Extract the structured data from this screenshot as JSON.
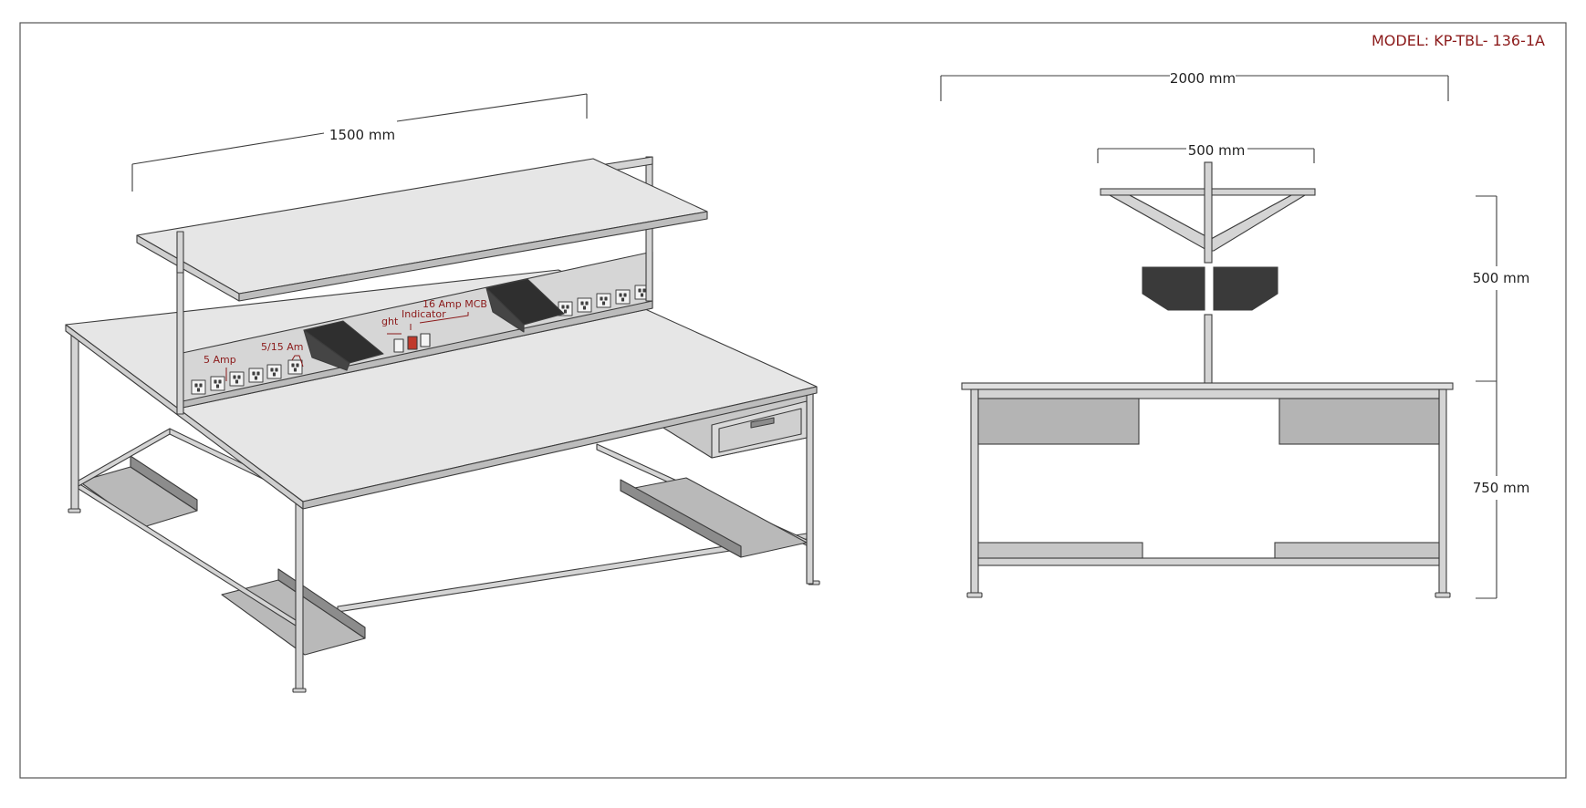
{
  "model": {
    "label": "MODEL: KP-TBL- 136-1A",
    "color": "#8b1a1a"
  },
  "iso_view": {
    "width_dim": "1500 mm",
    "annotations": {
      "amp5": "5 Amp",
      "amp515": "5/15 Am",
      "light": "ght",
      "indicator": "Indicator",
      "mcb": "16 Amp MCB"
    }
  },
  "front_view": {
    "total_width": "2000 mm",
    "shelf_width": "500 mm",
    "upper_height": "500 mm",
    "table_height": "750 mm"
  },
  "colors": {
    "frame": "#d4d4d4",
    "stroke": "#3c3c3c",
    "top": "#e6e6e6",
    "bin": "#3a3a3a",
    "tray": "#a9a9a9",
    "annotation": "#8b1a1a"
  }
}
